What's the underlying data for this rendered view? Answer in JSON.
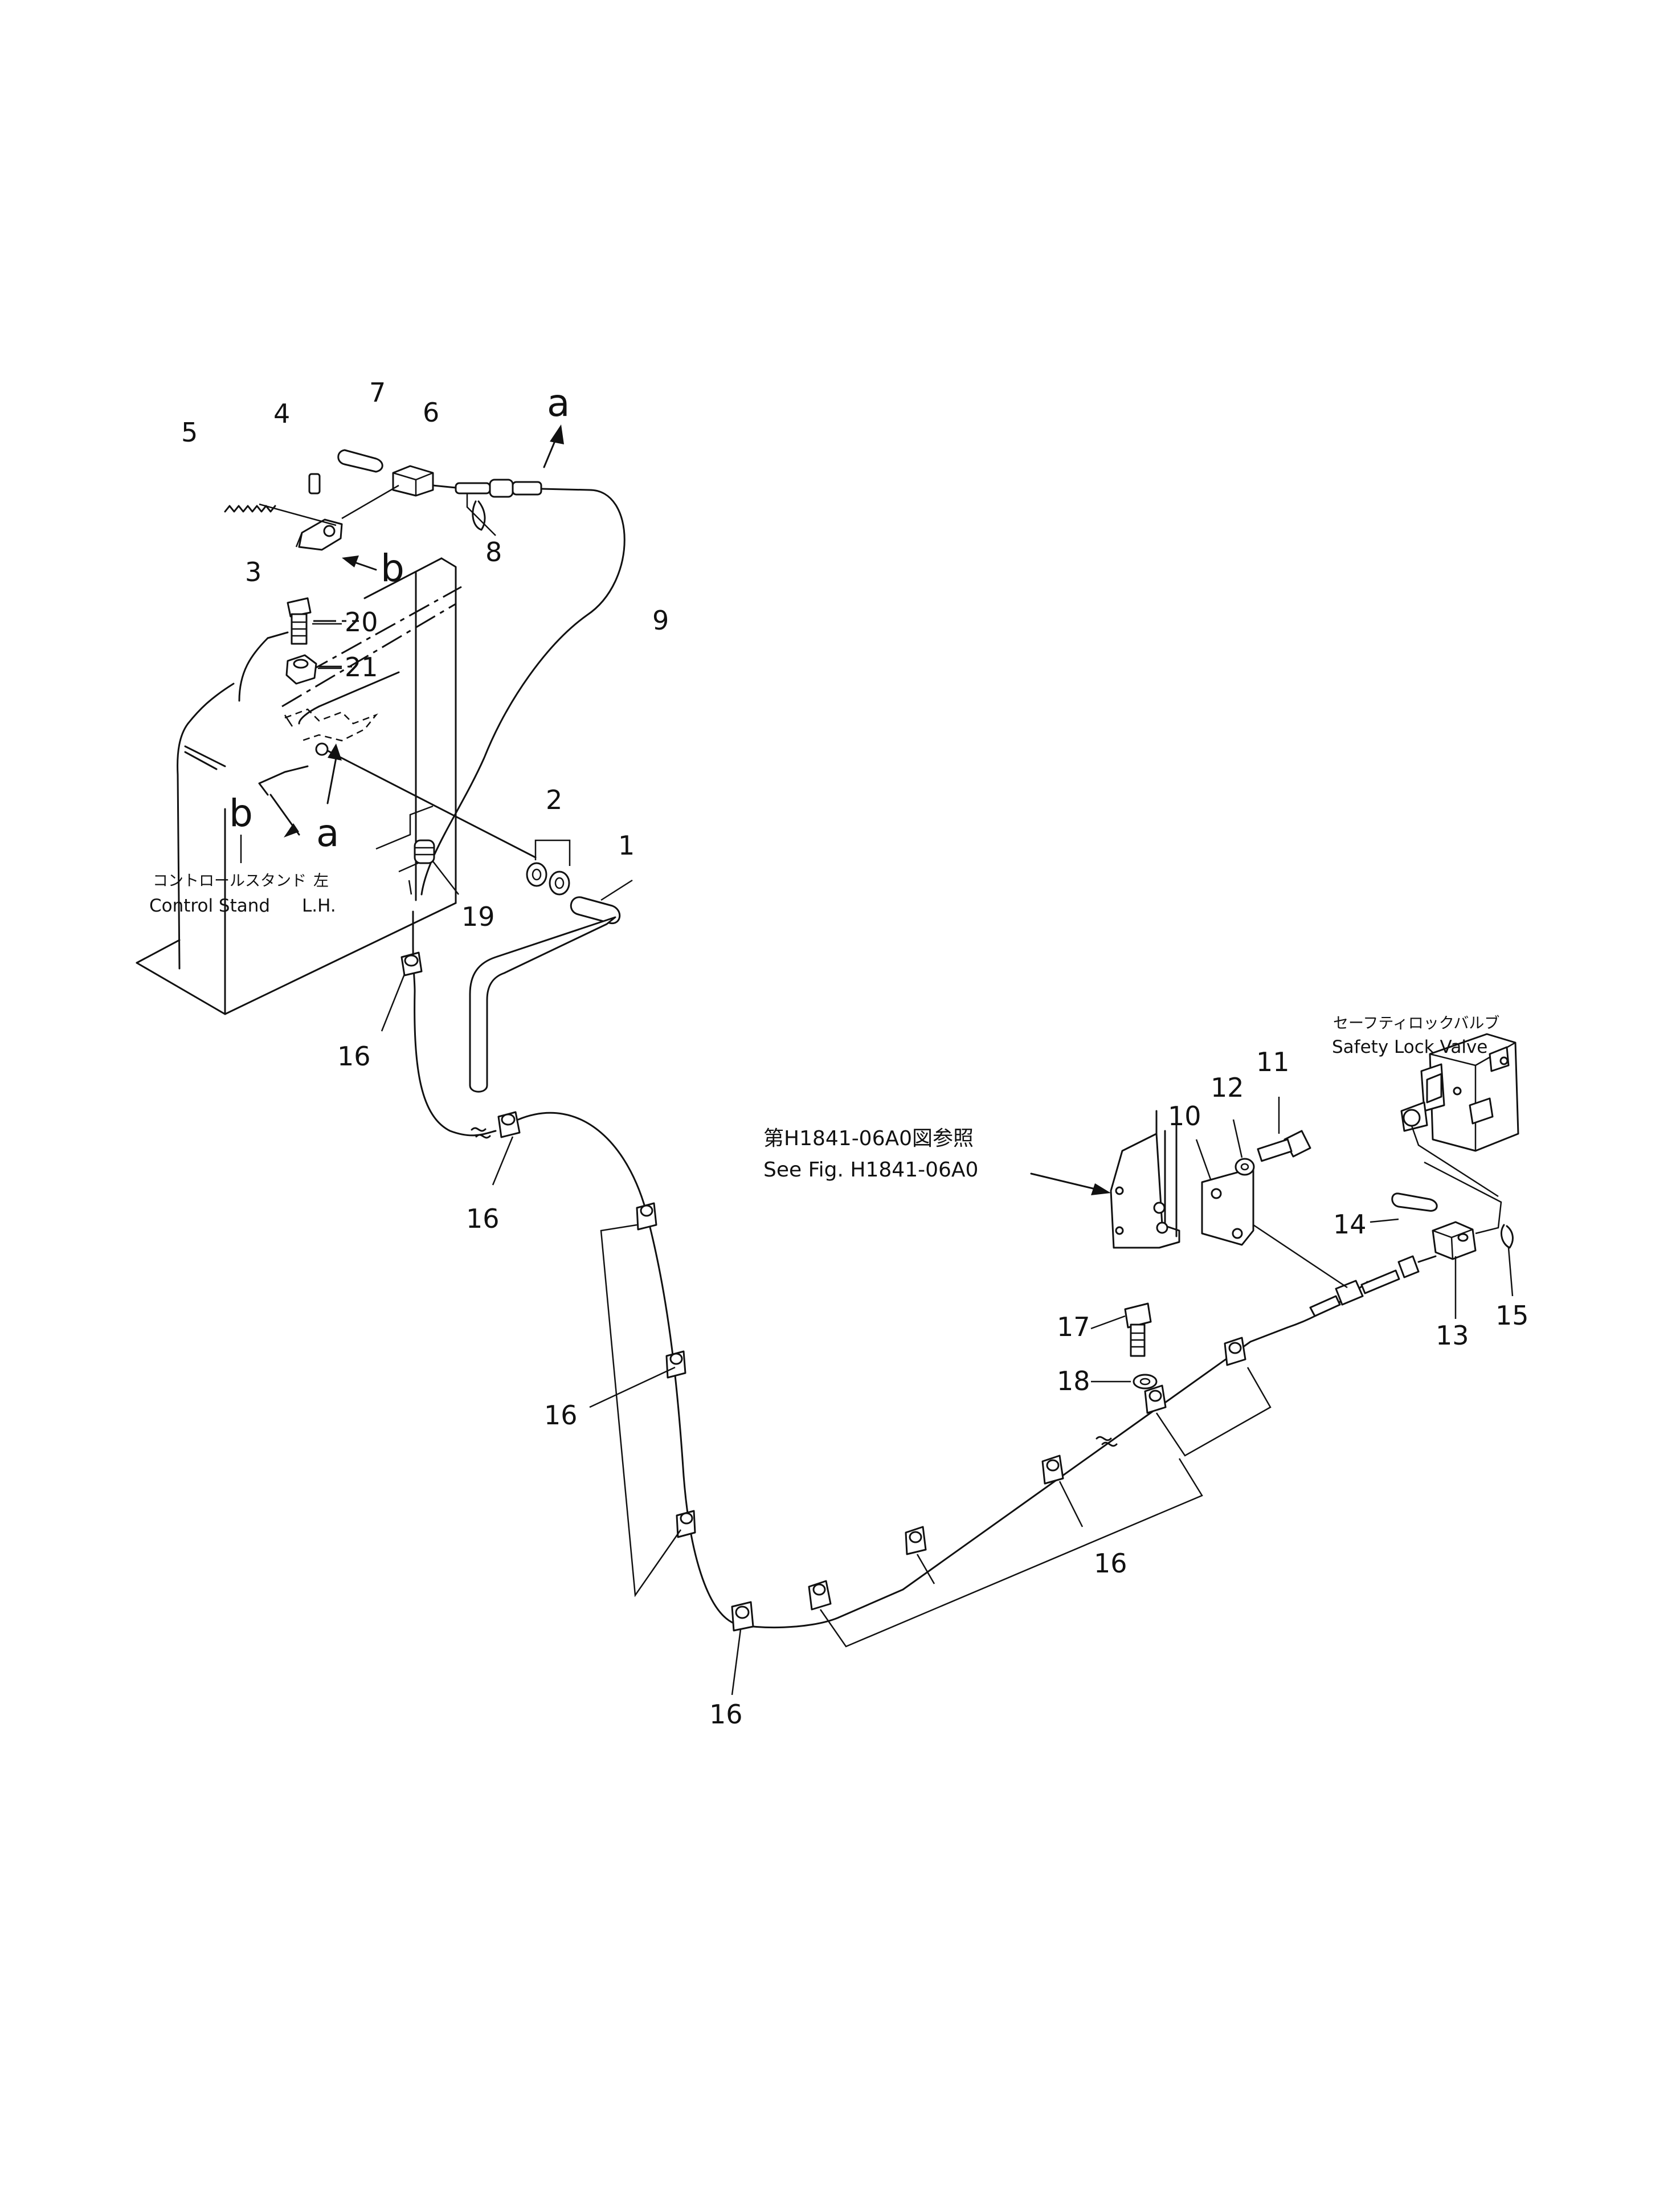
{
  "parts": [
    {
      "label": "1"
    },
    {
      "label": "2"
    },
    {
      "label": "3"
    },
    {
      "label": "4"
    },
    {
      "label": "5"
    },
    {
      "label": "6"
    },
    {
      "label": "7"
    },
    {
      "label": "8"
    },
    {
      "label": "9"
    },
    {
      "label": "10"
    },
    {
      "label": "11"
    },
    {
      "label": "12"
    },
    {
      "label": "13"
    },
    {
      "label": "14"
    },
    {
      "label": "15"
    },
    {
      "label": "16"
    },
    {
      "label": "17"
    },
    {
      "label": "18"
    },
    {
      "label": "19"
    },
    {
      "label": "20"
    },
    {
      "label": "21"
    }
  ],
  "views": {
    "a": "a",
    "b": "b"
  },
  "captions": {
    "control_stand_jp": "コントロールスタンド",
    "control_stand_lh_jp": "左",
    "control_stand": "Control  Stand",
    "control_stand_lh": "L.H.",
    "safety_valve_jp": "セーフティロックバルブ",
    "safety_valve": "Safety  Lock  Valve",
    "ref_jp": "第H1841-06A0図参照",
    "ref_en": "See  Fig.  H1841-06A0"
  }
}
